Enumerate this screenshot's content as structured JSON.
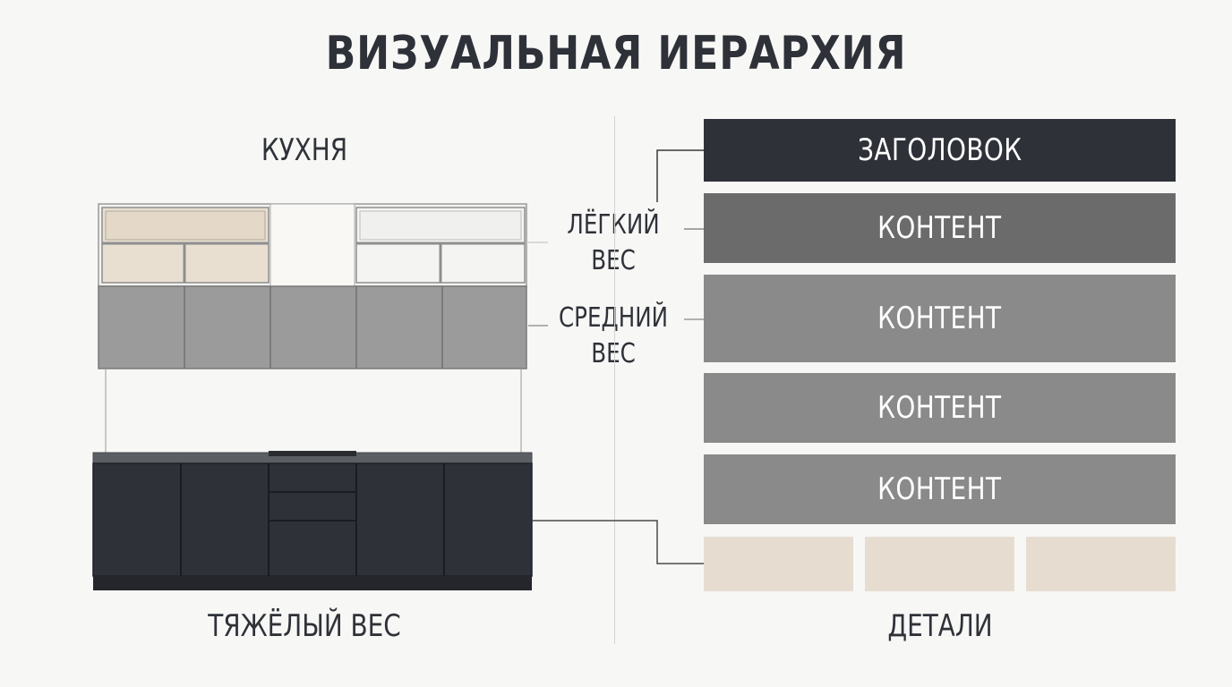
{
  "title": "ВИЗУАЛЬНАЯ ИЕРАРХИЯ",
  "kitchen": {
    "label": "КУХНЯ",
    "heavy_label": "ТЯЖЁЛЫЙ ВЕС"
  },
  "weights": {
    "light_line1": "ЛЁГКИЙ",
    "light_line2": "ВЕС",
    "medium_line1": "СРЕДНИЙ",
    "medium_line2": "ВЕС"
  },
  "hierarchy": {
    "header": "ЗАГОЛОВОК",
    "content": [
      "КОНТЕНТ",
      "КОНТЕНТ",
      "КОНТЕНТ",
      "КОНТЕНТ"
    ],
    "details_label": "ДЕТАЛИ"
  },
  "colors": {
    "dark": "#2e3138",
    "content1": "#6b6b6b",
    "content": "#8a8a8a",
    "detail": "#e6ddd0",
    "light_wood": "#e8dfd1",
    "white": "#f9f8f4"
  }
}
